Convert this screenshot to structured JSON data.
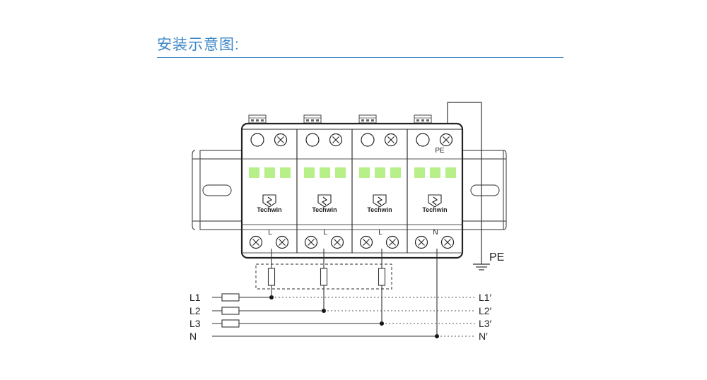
{
  "title": "安装示意图:",
  "logo_text": "Techwin",
  "modules": [
    {
      "top_label": "",
      "bottom_label": "L"
    },
    {
      "top_label": "",
      "bottom_label": "L"
    },
    {
      "top_label": "",
      "bottom_label": "L"
    },
    {
      "top_label": "PE",
      "bottom_label": "N"
    }
  ],
  "earth_label": "PE",
  "lines_left": [
    "L1",
    "L2",
    "L3",
    "N"
  ],
  "lines_right": [
    "L1′",
    "L2′",
    "L3′",
    "N′"
  ],
  "colors": {
    "title": "#3a86c8",
    "indicator": "#b7f089",
    "line": "#333333"
  }
}
